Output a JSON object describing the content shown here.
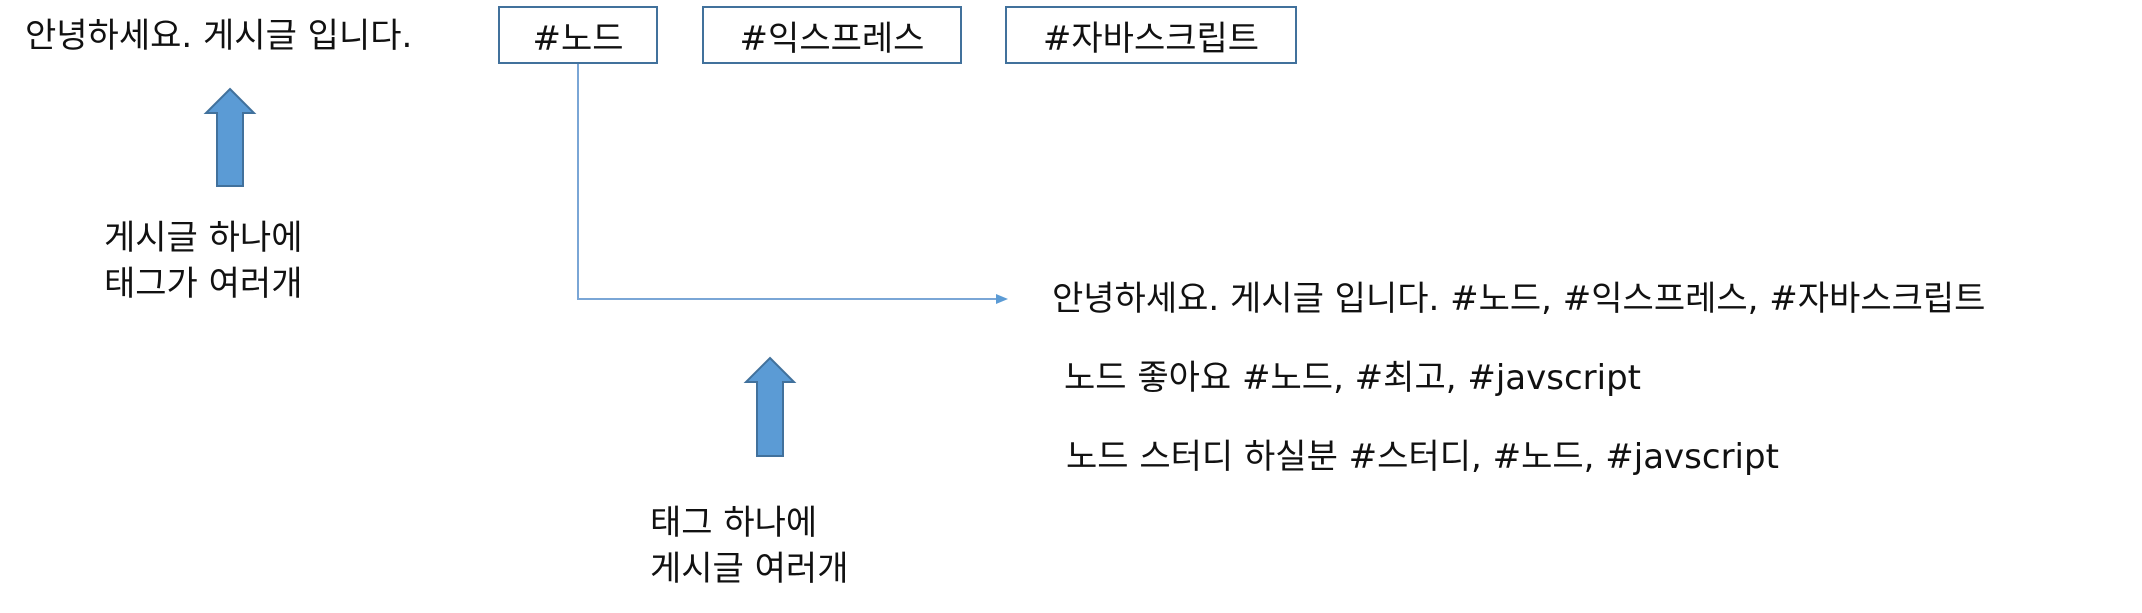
{
  "post": {
    "text": "안녕하세요. 게시글 입니다.",
    "tags": [
      "#노드",
      "#익스프레스",
      "#자바스크립트"
    ]
  },
  "captions": {
    "left_line1": "게시글 하나에",
    "left_line2": "태그가 여러개",
    "middle_line1": "태그 하나에",
    "middle_line2": "게시글 여러개"
  },
  "posts_list": [
    "안녕하세요. 게시글 입니다. #노드, #익스프레스, #자바스크립트",
    "노드 좋아요 #노드, #최고, #javscript",
    "노드 스터디 하실분 #스터디, #노드, #javscript"
  ],
  "colors": {
    "arrow_fill": "#5b9bd5",
    "arrow_stroke": "#41719c",
    "tag_border": "#41719c",
    "connector": "#7aa6d6"
  }
}
